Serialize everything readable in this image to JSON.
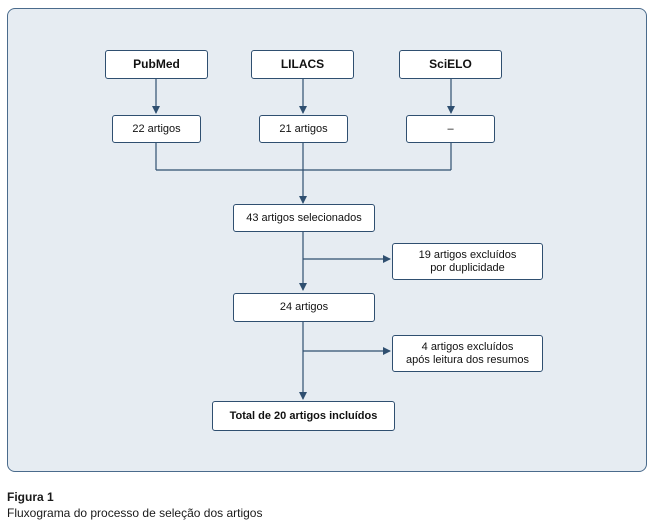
{
  "sources": [
    "PubMed",
    "LILACS",
    "SciELO"
  ],
  "source_counts": [
    "22 artigos",
    "21 artigos",
    "–"
  ],
  "selected": "43 artigos selecionados",
  "excluded_duplicates": [
    "19 artigos excluídos",
    "por duplicidade"
  ],
  "after_duplicates": "24 artigos",
  "excluded_abstracts": [
    "4 artigos excluídos",
    "após leitura dos resumos"
  ],
  "total": "Total de 20 artigos incluídos",
  "caption": {
    "label": "Figura 1",
    "text": "Fluxograma do processo de seleção dos artigos"
  },
  "colors": {
    "panel_fill": "#e6ecf2",
    "line": "#2f4f70"
  }
}
